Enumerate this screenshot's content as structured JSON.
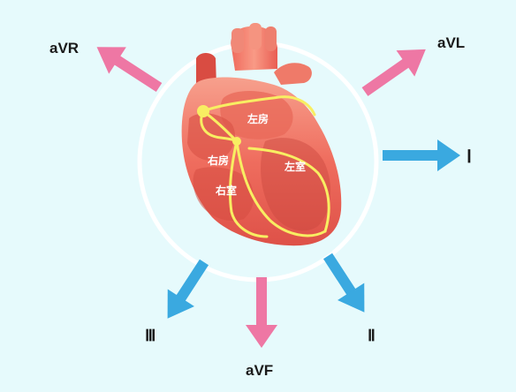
{
  "colors": {
    "background": "#e6fafc",
    "circle": "#ffffff",
    "heart_light": "#f47f6e",
    "heart_dark": "#d8493f",
    "conduction": "#f8ee62",
    "limb_arrow": "#3aa9e0",
    "augmented_arrow": "#ee77a4"
  },
  "leads": {
    "avr": "aVR",
    "avl": "aVL",
    "avf": "aVF",
    "lead_i": "Ⅰ",
    "lead_ii": "Ⅱ",
    "lead_iii": "Ⅲ"
  },
  "chambers": {
    "left_atrium": "左房",
    "right_atrium": "右房",
    "left_ventricle": "左室",
    "right_ventricle": "右室"
  }
}
